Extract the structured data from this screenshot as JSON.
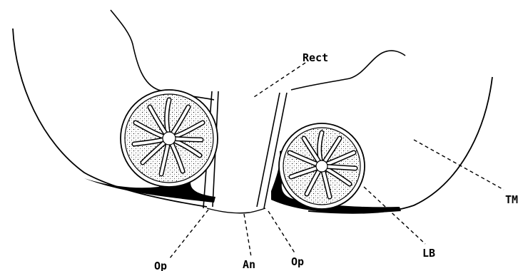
{
  "labels": {
    "rect": "Rect",
    "tm": "TM",
    "lb": "LB",
    "op_left": "Op",
    "an": "An",
    "op_right": "Op"
  },
  "colors": {
    "ink": "#000000",
    "paper": "#ffffff",
    "stipple": "#000000"
  }
}
